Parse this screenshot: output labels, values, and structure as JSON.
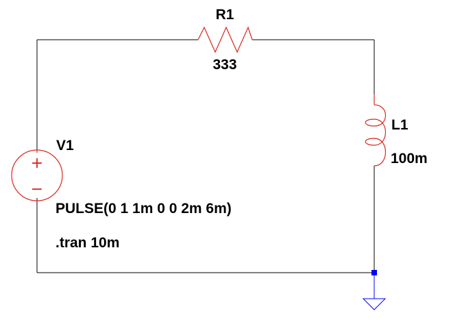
{
  "colors": {
    "wire": "#000000",
    "component": "#d9261c",
    "ground": "#0000ff",
    "node": "#0000ff",
    "background": "#ffffff"
  },
  "components": {
    "r1": {
      "ref": "R1",
      "value": "333"
    },
    "l1": {
      "ref": "L1",
      "value": "100m"
    },
    "v1": {
      "ref": "V1",
      "value": "PULSE(0 1 1m 0 0 2m 6m)",
      "plus": "+",
      "minus": "−"
    }
  },
  "directives": {
    "tran": ".tran 10m"
  }
}
